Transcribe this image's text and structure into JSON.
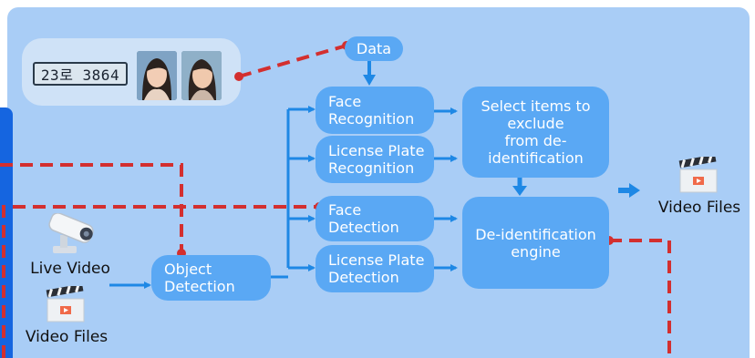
{
  "nodes": {
    "data": "Data",
    "face_recognition": "Face\nRecognition",
    "license_plate_recognition": "License Plate\nRecognition",
    "select_items": "Select items to exclude\nfrom de-identification",
    "face_detection": "Face\nDetection",
    "license_plate_detection": "License Plate\nDetection",
    "deid_engine": "De-identification\nengine",
    "object_detection": "Object\nDetection"
  },
  "labels": {
    "live_video": "Live Video",
    "video_files_left": "Video Files",
    "video_files_right": "Video Files"
  },
  "plate_text": "23로 3864",
  "icons": [
    "cctv-camera-icon",
    "video-file-clapper-icon",
    "video-file-clapper-icon"
  ],
  "colors": {
    "panel": "#a9cdf6",
    "node": "#5aa8f4",
    "arrow": "#1e88e5",
    "dashed": "#d32f2f",
    "edge_bar": "#1565e0"
  }
}
